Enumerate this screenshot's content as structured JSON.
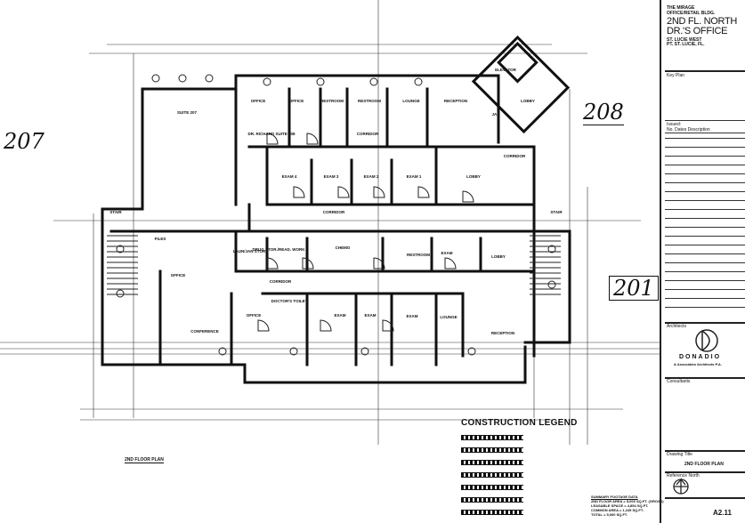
{
  "drawing": {
    "plan_title": "2ND FLOOR PLAN",
    "handwritten_labels": [
      "207",
      "208",
      "201"
    ],
    "rooms": [
      "OFFICE",
      "OFFICE",
      "RESTROOM",
      "RESTROOM",
      "LOUNGE",
      "RECEPTION",
      "ELEVATOR",
      "LOBBY",
      "JAN",
      "SUITE 207",
      "DR. RICHARD SUITE 208",
      "CORRIDOR",
      "EXAM 4",
      "EXAM 3",
      "EXAM 2",
      "EXAM 1",
      "LOBBY",
      "CORRIDOR",
      "CORRIDOR",
      "STAIR",
      "STAIR",
      "FILES",
      "LAUN/JAN STOR",
      "DRUG STOR./READ. WORK",
      "CHEMO",
      "RESTROOM",
      "EXAM",
      "LOBBY",
      "OFFICE",
      "CORRIDOR",
      "OFFICE",
      "DOCTOR'S TOILET",
      "EXAM",
      "EXAM",
      "EXAM",
      "LOUNGE",
      "RECEPTION",
      "CONFERENCE"
    ]
  },
  "legend": {
    "title": "CONSTRUCTION LEGEND",
    "entries": [
      "",
      "",
      "",
      "",
      "",
      "",
      ""
    ]
  },
  "summary": {
    "title": "SUMMARY FOOTAGE DATA",
    "lines": [
      "2ND FLOOR AREA = 5,000 SQ.FT. (GROSS)",
      "LEASABLE SPACE = 4,854 SQ.FT.",
      "COMMON AREA = 1,245 SQ.FT.",
      "TOTAL = 5,000 SQ.FT."
    ]
  },
  "title_block": {
    "project_line1": "THE MIRAGE",
    "project_line2": "OFFICE/RETAIL BLDG.",
    "heading1": "2ND FL. NORTH",
    "heading2": "DR.'S OFFICE",
    "location1": "ST. LUCIE WEST",
    "location2": "PT. ST. LUCIE, FL.",
    "key_plan": "Key Plan",
    "issued": "Issued:",
    "issued_cols": "No.   Dates   Description",
    "architects": "Architects",
    "firm": "DONADIO",
    "firm_sub": "& Associates Architects P.A.",
    "consultants": "Consultants",
    "drawing_title_label": "Drawing Title",
    "drawing_title": "2ND FLOOR PLAN",
    "north_label": "Reference North",
    "sheet": "A2.11"
  }
}
